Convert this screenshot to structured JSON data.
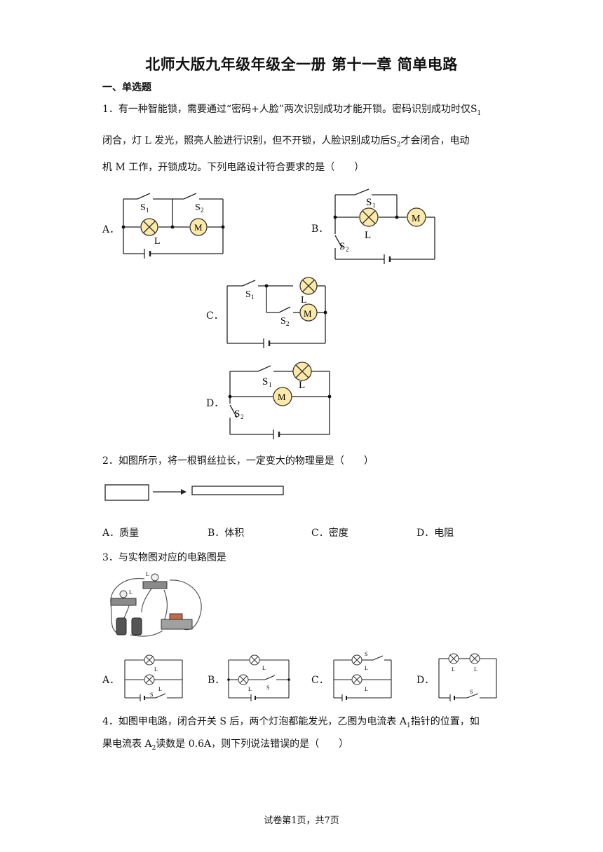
{
  "title": "北师大版九年级年级全一册 第十一章 简单电路",
  "section": "一、单选题",
  "q1": {
    "line1": "1．有一种智能锁，需要通过“密码+人脸”两次识别成功才能开锁。密码识别成功时仅",
    "line1_sym": "S",
    "line1_sub": "1",
    "line2_a": "闭合，灯 L 发光，照亮人脸进行识别，但不开锁，人脸识别成功后",
    "line2_sym": "S",
    "line2_sub": "2",
    "line2_b": "才会闭合，电动",
    "line3": "机 M 工作，开锁成功。下列电路设计符合要求的是（　　）",
    "options": [
      "A．",
      "B．",
      "C．",
      "D．"
    ]
  },
  "q2": {
    "text": "2．如图所示，将一根铜丝拉长，一定变大的物理量是（　　）",
    "options": [
      "A．质量",
      "B．体积",
      "C．密度",
      "D．电阻"
    ]
  },
  "q3": {
    "text": "3．与实物图对应的电路图是",
    "options": [
      "A．",
      "B．",
      "C．",
      "D．"
    ]
  },
  "q4": {
    "line1_a": "4．如图甲电路，闭合开关 S 后，两个灯泡都能发光，乙图为电流表 A",
    "line1_sub": "1",
    "line1_b": "指针的位置，如",
    "line2_a": "果电流表 A",
    "line2_sub": "2",
    "line2_b": "读数是 0.6A，则下列说法错误的是（　　）"
  },
  "labels": {
    "S": "S",
    "S1": "S",
    "S2": "S",
    "sub1": "1",
    "sub2": "2",
    "L": "L",
    "M": "M",
    "L1": "L",
    "L2": "L"
  },
  "footer": "试卷第1页，共7页"
}
